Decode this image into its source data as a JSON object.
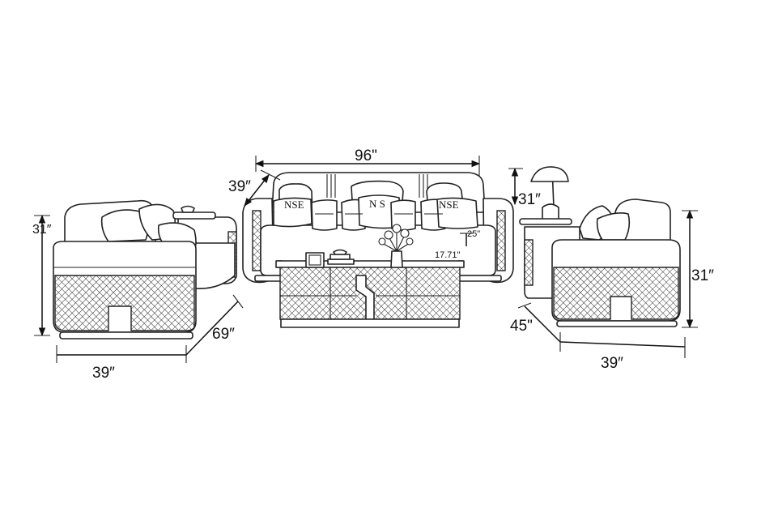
{
  "dimensions": {
    "sofa_width": "96\"",
    "sofa_depth": "39″",
    "sofa_height": "31″",
    "seat_height": "25\"",
    "table_height": "17.71\"",
    "left_chair_height": "31″",
    "left_chair_width": "39″",
    "left_chair_depth": "69″",
    "right_chair_height": "31″",
    "right_chair_depth": "45\"",
    "right_chair_width": "39″"
  },
  "pillow_labels": {
    "left": "NSE",
    "center": "N S",
    "right": "NSE"
  }
}
